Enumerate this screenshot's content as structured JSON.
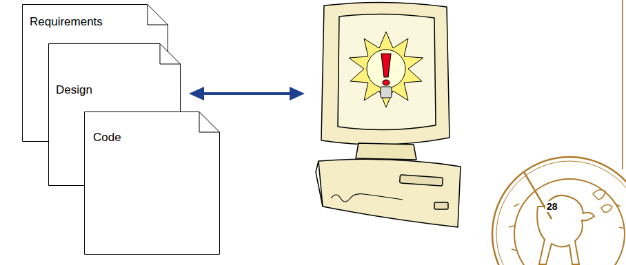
{
  "diagram": {
    "nodes": [
      {
        "text": [
          "Requirements"
        ]
      },
      {
        "text": [
          "Design"
        ]
      },
      {
        "text": [
          "Code"
        ]
      }
    ],
    "labels": [
      "28"
    ]
  }
}
